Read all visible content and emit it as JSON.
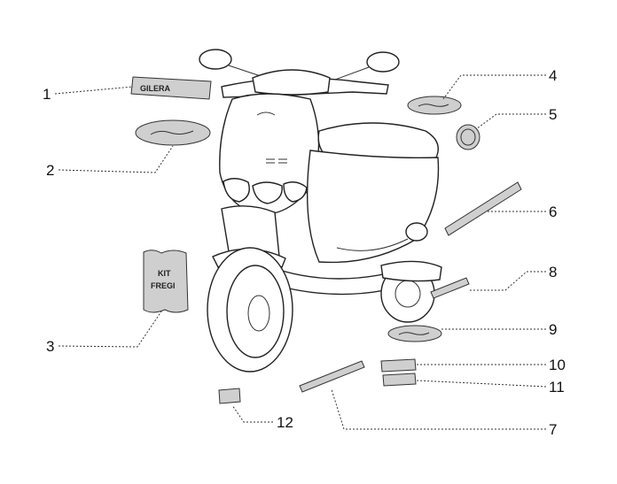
{
  "diagram": {
    "callouts": [
      "1",
      "2",
      "3",
      "4",
      "5",
      "6",
      "7",
      "8",
      "9",
      "10",
      "11",
      "12"
    ],
    "decal_texts": {
      "brand_strip": "GILERA",
      "kit_line1": "KIT",
      "kit_line2": "FREGI"
    },
    "colors": {
      "ink": "#222222",
      "stipple": "#cfcfcf",
      "background": "#ffffff"
    }
  }
}
